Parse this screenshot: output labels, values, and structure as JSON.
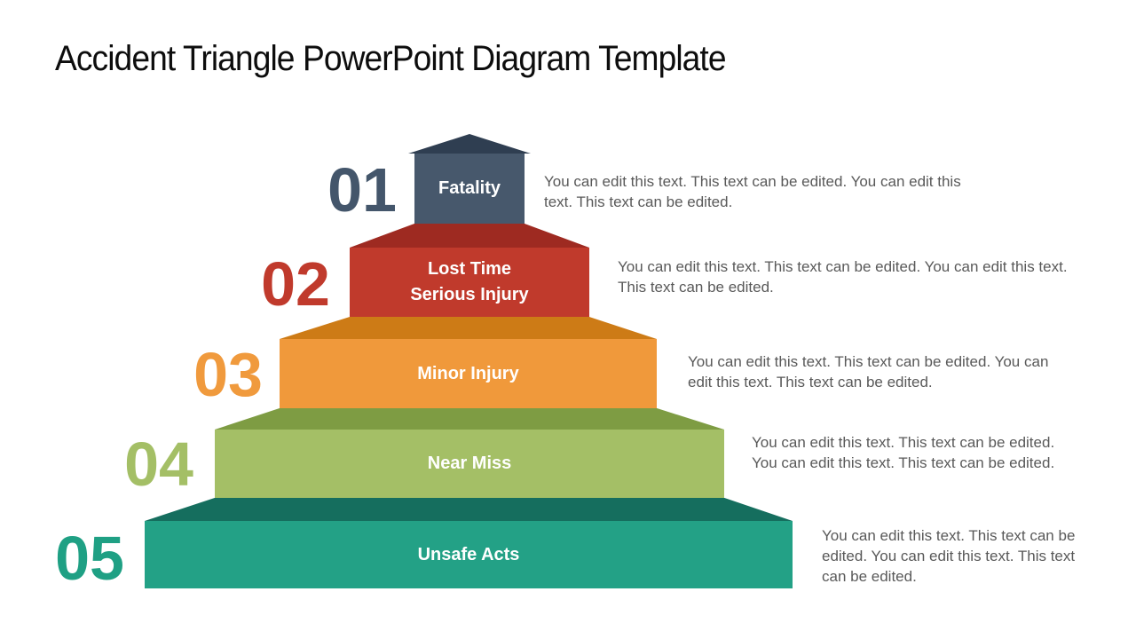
{
  "slide": {
    "title": "Accident Triangle PowerPoint Diagram Template"
  },
  "colors": {
    "title_text": "#0D0D0D",
    "label_text": "#FFFFFF",
    "description_text": "#595959"
  },
  "levels": [
    {
      "number": "01",
      "label": "Fatality",
      "description": "You can edit this text. This text can be edited. You can edit this text. This text can be edited.",
      "face_color": "#47586C",
      "roof_color": "#2F3E51",
      "number_color": "#44566B"
    },
    {
      "number": "02",
      "label": "Lost Time\nSerious Injury",
      "description": "You can edit this text. This text can be edited. You can edit this text. This text can be edited.",
      "face_color": "#C03A2C",
      "roof_color": "#9E2A21",
      "number_color": "#C03A2C"
    },
    {
      "number": "03",
      "label": "Minor Injury",
      "description": "You can edit this text. This text can be edited. You can edit this text. This text can be edited.",
      "face_color": "#F0993B",
      "roof_color": "#CD7B16",
      "number_color": "#F09A3D"
    },
    {
      "number": "04",
      "label": "Near Miss",
      "description": "You can edit this text. This text can be edited. You can edit this text. This text can be edited.",
      "face_color": "#A4BF66",
      "roof_color": "#7E9C43",
      "number_color": "#A4BF66"
    },
    {
      "number": "05",
      "label": "Unsafe Acts",
      "description": "You can edit this text. This text can be edited. You can edit this text. This text can be edited.",
      "face_color": "#23A186",
      "roof_color": "#156E5E",
      "number_color": "#1FA084"
    }
  ]
}
